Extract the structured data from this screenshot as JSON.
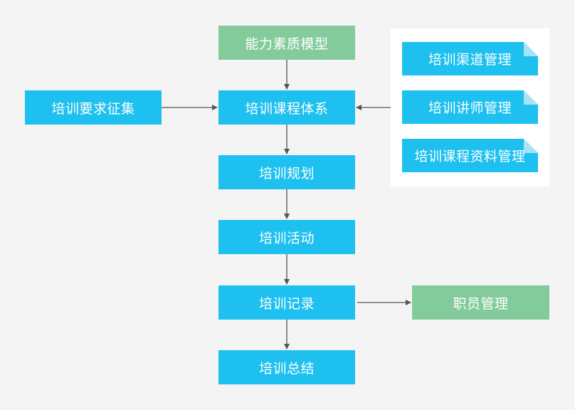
{
  "nodes": {
    "competency_model": "能力素质模型",
    "requirement_collection": "培训要求征集",
    "course_system": "培训课程体系",
    "training_plan": "培训规划",
    "training_activity": "培训活动",
    "training_record": "培训记录",
    "training_summary": "培训总结",
    "employee_management": "职员管理"
  },
  "resources": [
    "培训渠道管理",
    "培训讲师管理",
    "培训课程资料管理"
  ],
  "colors": {
    "process_blue": "#1ec0ef",
    "input_green": "#84cb9b",
    "arrow": "#555555",
    "background": "#f4f4f4"
  }
}
